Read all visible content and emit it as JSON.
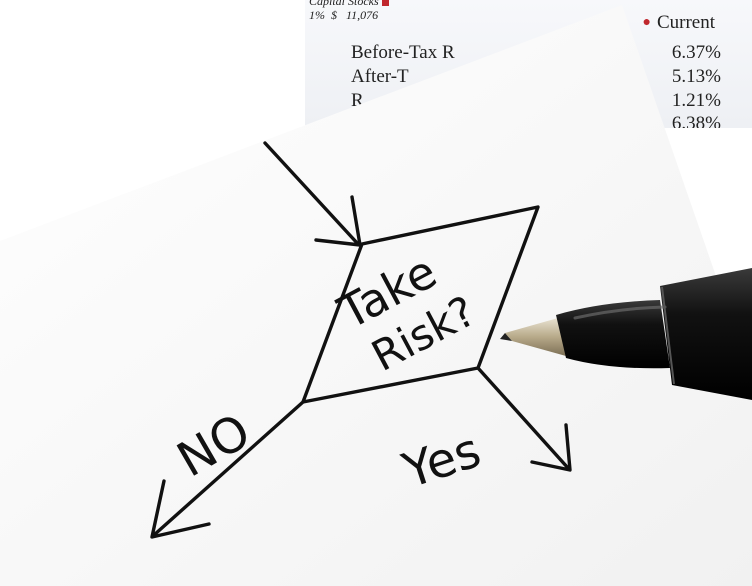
{
  "document": {
    "header_line1": "Capital Stocks",
    "header_line2": "1%  $   11,076",
    "column_header": "Current",
    "rows": [
      {
        "label": "Before-Tax R",
        "value": "6.37%"
      },
      {
        "label": "After-T",
        "value": "5.13%"
      },
      {
        "label": "R",
        "value": "1.21%"
      },
      {
        "label": "",
        "value": "6.38%"
      }
    ]
  },
  "flowchart": {
    "decision_line1": "Take",
    "decision_line2": "Risk?",
    "no_label": "NO",
    "yes_label": "Yes"
  },
  "colors": {
    "ink": "#111111",
    "accent_red": "#c0272d",
    "pen_body": "#1a1a1a"
  }
}
